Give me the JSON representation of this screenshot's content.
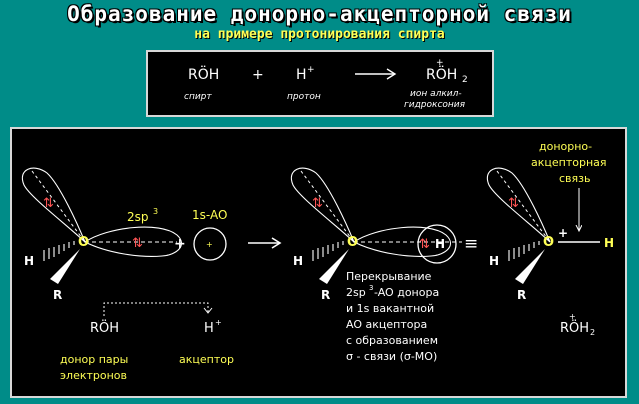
{
  "title": "Образование донорно-акцепторной связи",
  "subtitle": "на примере протонирования спирта",
  "reaction": {
    "alcohol": "RÖH",
    "alcohol_label": "спирт",
    "plus": "+",
    "proton": "H",
    "proton_sup": "+",
    "proton_label": "протон",
    "product": "RÖH",
    "product_sup": "+",
    "product_sub": "2",
    "product_label_1": "ион алкил-",
    "product_label_2": "гидроксония"
  },
  "diagram": {
    "pair_arrows": "⇅",
    "hybrid_label": "2sp",
    "hybrid_sup": "3",
    "ao_label": "1s-AO",
    "plus": "+",
    "oxygen": "O",
    "hydrogen": "H",
    "radical": "R",
    "equiv": "≡",
    "nucleus_plus": "+",
    "bond_label_1": "донорно-",
    "bond_label_2": "акцепторная",
    "bond_label_3": "связь",
    "overlap_1": "Перекрывание",
    "overlap_2a": "2sp",
    "overlap_2sup": "3",
    "overlap_2b": "-AO донора",
    "overlap_3": "и 1s вакантной",
    "overlap_4": "AO акцептора",
    "overlap_5": "с образованием",
    "overlap_6": "σ - связи (σ-MO)",
    "donor_formula": "RÖH",
    "acceptor_formula": "H",
    "acceptor_sup": "+",
    "donor_label_1": "донор пары",
    "donor_label_2": "электронов",
    "acceptor_label": "акцептор",
    "result_formula": "RÖH",
    "result_sup": "+",
    "result_sub": "2"
  },
  "colors": {
    "background": "#008c88",
    "text": "#ffffff",
    "highlight": "#ffff55",
    "electrons": "#ff5555"
  }
}
